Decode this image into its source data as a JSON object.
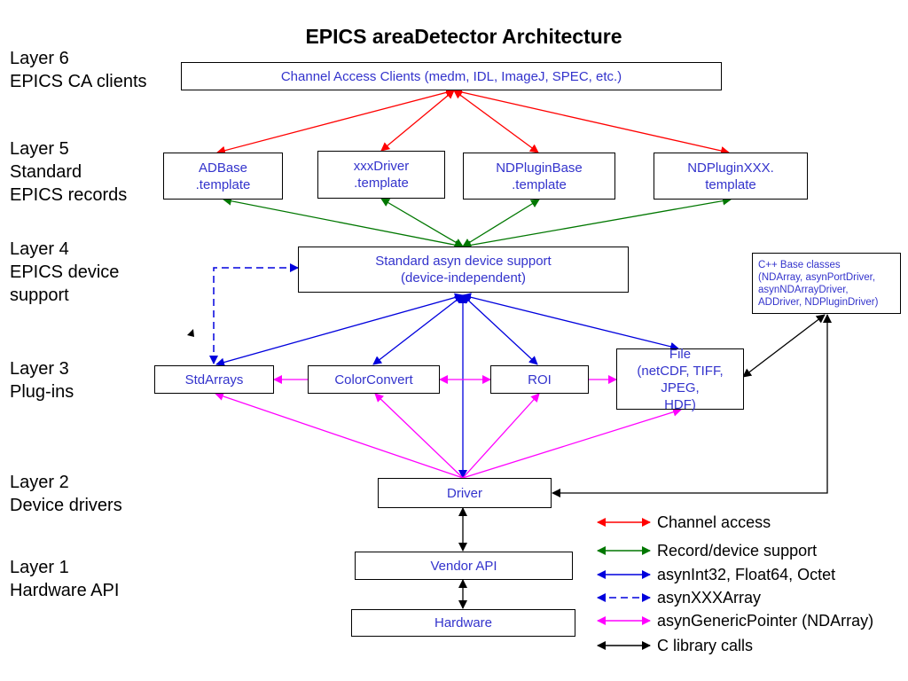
{
  "title": "EPICS areaDetector Architecture",
  "layers": [
    {
      "id": "6",
      "lines": [
        "Layer 6",
        "EPICS CA clients"
      ]
    },
    {
      "id": "5",
      "lines": [
        "Layer 5",
        "Standard",
        "EPICS records"
      ]
    },
    {
      "id": "4",
      "lines": [
        "Layer 4",
        "EPICS device",
        "support"
      ]
    },
    {
      "id": "3",
      "lines": [
        "Layer 3",
        "Plug-ins"
      ]
    },
    {
      "id": "2",
      "lines": [
        "Layer 2",
        "Device drivers"
      ]
    },
    {
      "id": "1",
      "lines": [
        "Layer 1",
        "Hardware API"
      ]
    }
  ],
  "boxes": {
    "ca_clients": [
      "Channel Access Clients (medm, IDL, ImageJ, SPEC, etc.)"
    ],
    "adbase": [
      "ADBase",
      ".template"
    ],
    "xxxdriver": [
      "xxxDriver",
      ".template"
    ],
    "ndpluginbase": [
      "NDPluginBase",
      ".template"
    ],
    "ndpluginxxx": [
      "NDPluginXXX.",
      "template"
    ],
    "asyn_support": [
      "Standard asyn device support",
      "(device-independent)"
    ],
    "cpp_base": [
      "C++ Base classes",
      "(NDArray, asynPortDriver,",
      "asynNDArrayDriver,",
      "ADDriver, NDPluginDriver)"
    ],
    "stdarrays": [
      "StdArrays"
    ],
    "colorconvert": [
      "ColorConvert"
    ],
    "roi": [
      "ROI"
    ],
    "file": [
      "File",
      "(netCDF, TIFF, JPEG,",
      "HDF)"
    ],
    "driver": [
      "Driver"
    ],
    "vendor_api": [
      "Vendor API"
    ],
    "hardware": [
      "Hardware"
    ]
  },
  "colors": {
    "channel_access": "#ff0000",
    "record_support": "#007700",
    "asyn": "#0000dd",
    "generic_pointer": "#ff00ff",
    "c_library": "#000000",
    "box_text": "#3333cc"
  },
  "legend": [
    {
      "label": "Channel access",
      "color": "#ff0000",
      "dashed": false
    },
    {
      "label": "Record/device support",
      "color": "#007700",
      "dashed": false
    },
    {
      "label": "asynInt32, Float64, Octet",
      "color": "#0000dd",
      "dashed": false
    },
    {
      "label": "asynXXXArray",
      "color": "#0000dd",
      "dashed": true
    },
    {
      "label": "asynGenericPointer (NDArray)",
      "color": "#ff00ff",
      "dashed": false
    },
    {
      "label": "C library calls",
      "color": "#000000",
      "dashed": false
    }
  ]
}
